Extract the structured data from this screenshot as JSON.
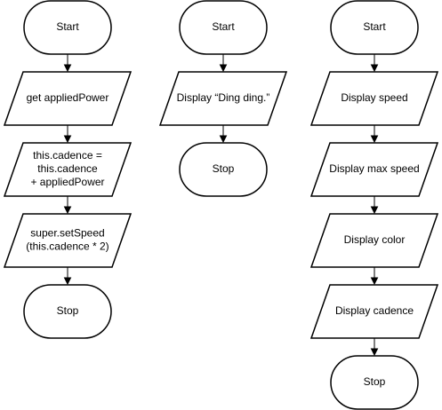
{
  "flowcharts": [
    {
      "id": "left",
      "nodes": [
        {
          "type": "terminator",
          "lines": [
            "Start"
          ]
        },
        {
          "type": "io",
          "lines": [
            "get appliedPower"
          ]
        },
        {
          "type": "io",
          "lines": [
            "this.cadence =",
            "this.cadence",
            "+ appliedPower"
          ]
        },
        {
          "type": "io",
          "lines": [
            "super.setSpeed",
            "(this.cadence * 2)"
          ]
        },
        {
          "type": "terminator",
          "lines": [
            "Stop"
          ]
        }
      ]
    },
    {
      "id": "middle",
      "nodes": [
        {
          "type": "terminator",
          "lines": [
            "Start"
          ]
        },
        {
          "type": "io",
          "lines": [
            "Display “Ding ding.”"
          ]
        },
        {
          "type": "terminator",
          "lines": [
            "Stop"
          ]
        }
      ]
    },
    {
      "id": "right",
      "nodes": [
        {
          "type": "terminator",
          "lines": [
            "Start"
          ]
        },
        {
          "type": "io",
          "lines": [
            "Display speed"
          ]
        },
        {
          "type": "io",
          "lines": [
            "Display max speed"
          ]
        },
        {
          "type": "io",
          "lines": [
            "Display color"
          ]
        },
        {
          "type": "io",
          "lines": [
            "Display cadence"
          ]
        },
        {
          "type": "terminator",
          "lines": [
            "Stop"
          ]
        }
      ]
    }
  ]
}
